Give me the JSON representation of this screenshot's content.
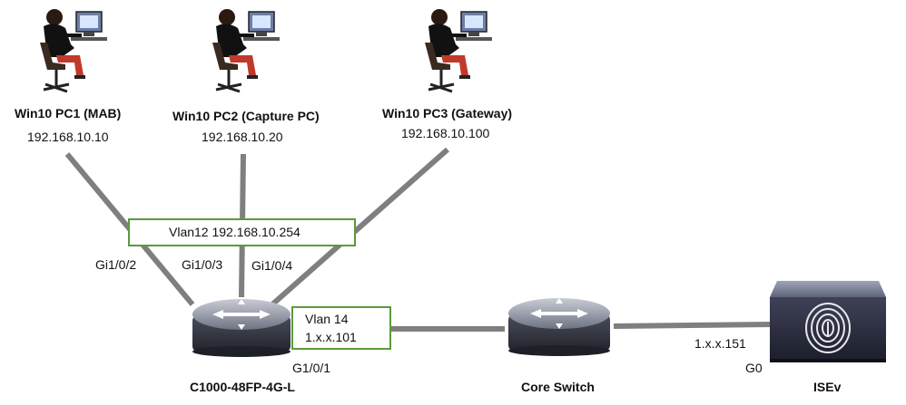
{
  "pcs": [
    {
      "name": "Win10 PC1 (MAB)",
      "ip": "192.168.10.10"
    },
    {
      "name": "Win10 PC2 (Capture PC)",
      "ip": "192.168.10.20"
    },
    {
      "name": "Win10 PC3 (Gateway)",
      "ip": "192.168.10.100"
    }
  ],
  "vlan12_label": "Vlan12 192.168.10.254",
  "vlan14": {
    "line1": "Vlan 14",
    "line2": "1.x.x.101"
  },
  "ports": {
    "gi2": "Gi1/0/2",
    "gi3": "Gi1/0/3",
    "gi4": "Gi1/0/4",
    "g1": "G1/0/1",
    "g0": "G0"
  },
  "devices": {
    "access_switch": "C1000-48FP-4G-L",
    "core_switch": "Core Switch",
    "ise": "ISEv"
  },
  "ise_ip": "1.x.x.151",
  "colors": {
    "link": "#7f7f7f",
    "box_border": "#5b9a3a"
  }
}
